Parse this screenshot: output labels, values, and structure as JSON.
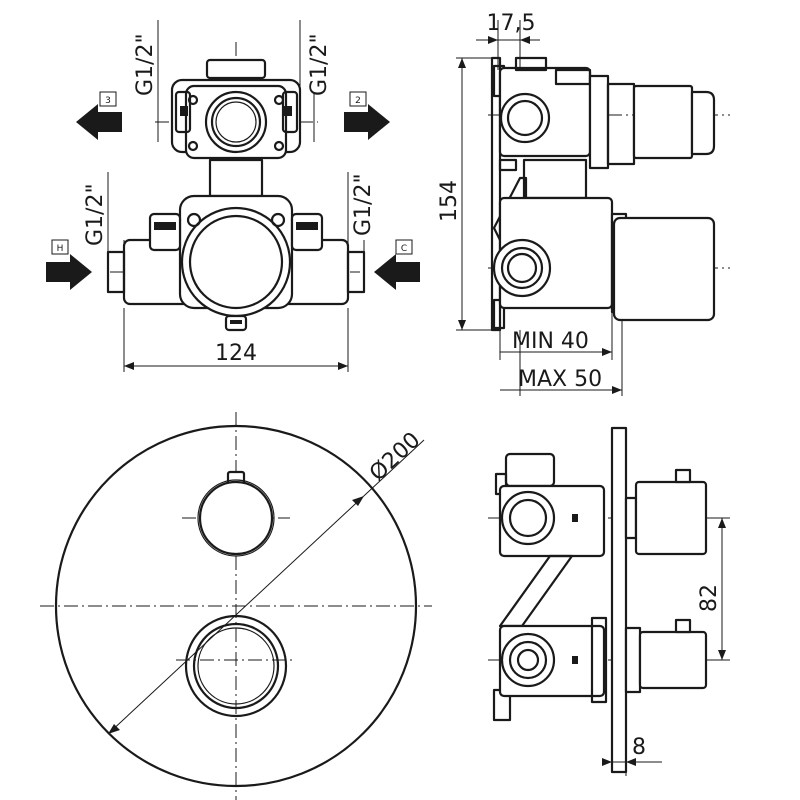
{
  "dimensions": {
    "g_top_left": "G1/2\"",
    "g_top_right": "G1/2\"",
    "g_bottom_left": "G1/2\"",
    "g_bottom_right": "G1/2\"",
    "width_124": "124",
    "depth_17_5": "17,5",
    "height_154": "154",
    "min_40": "MIN 40",
    "max_50": "MAX 50",
    "diameter_200": "Ø200",
    "spacing_82": "82",
    "plate_8": "8"
  },
  "port_labels": {
    "port_3": "3",
    "port_2": "2",
    "port_hot": "H",
    "port_cold": "C"
  },
  "icons": [
    "arrow-left-icon",
    "arrow-right-icon"
  ]
}
